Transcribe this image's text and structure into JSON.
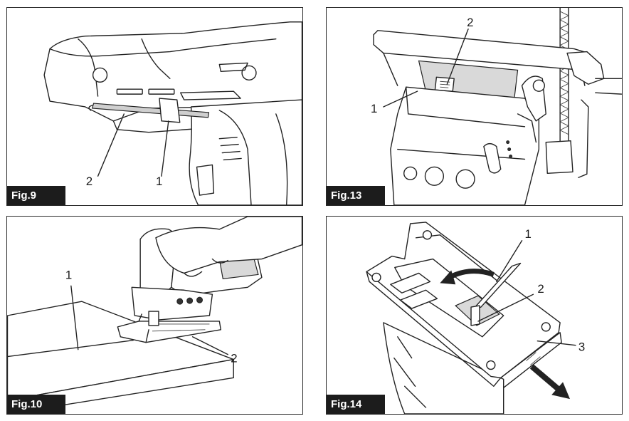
{
  "figures": [
    {
      "label": "Fig.9",
      "callouts": [
        "2",
        "1"
      ]
    },
    {
      "label": "Fig.13",
      "callouts": [
        "2",
        "1"
      ]
    },
    {
      "label": "Fig.10",
      "callouts": [
        "1",
        "2"
      ]
    },
    {
      "label": "Fig.14",
      "callouts": [
        "1",
        "2",
        "3"
      ]
    }
  ]
}
